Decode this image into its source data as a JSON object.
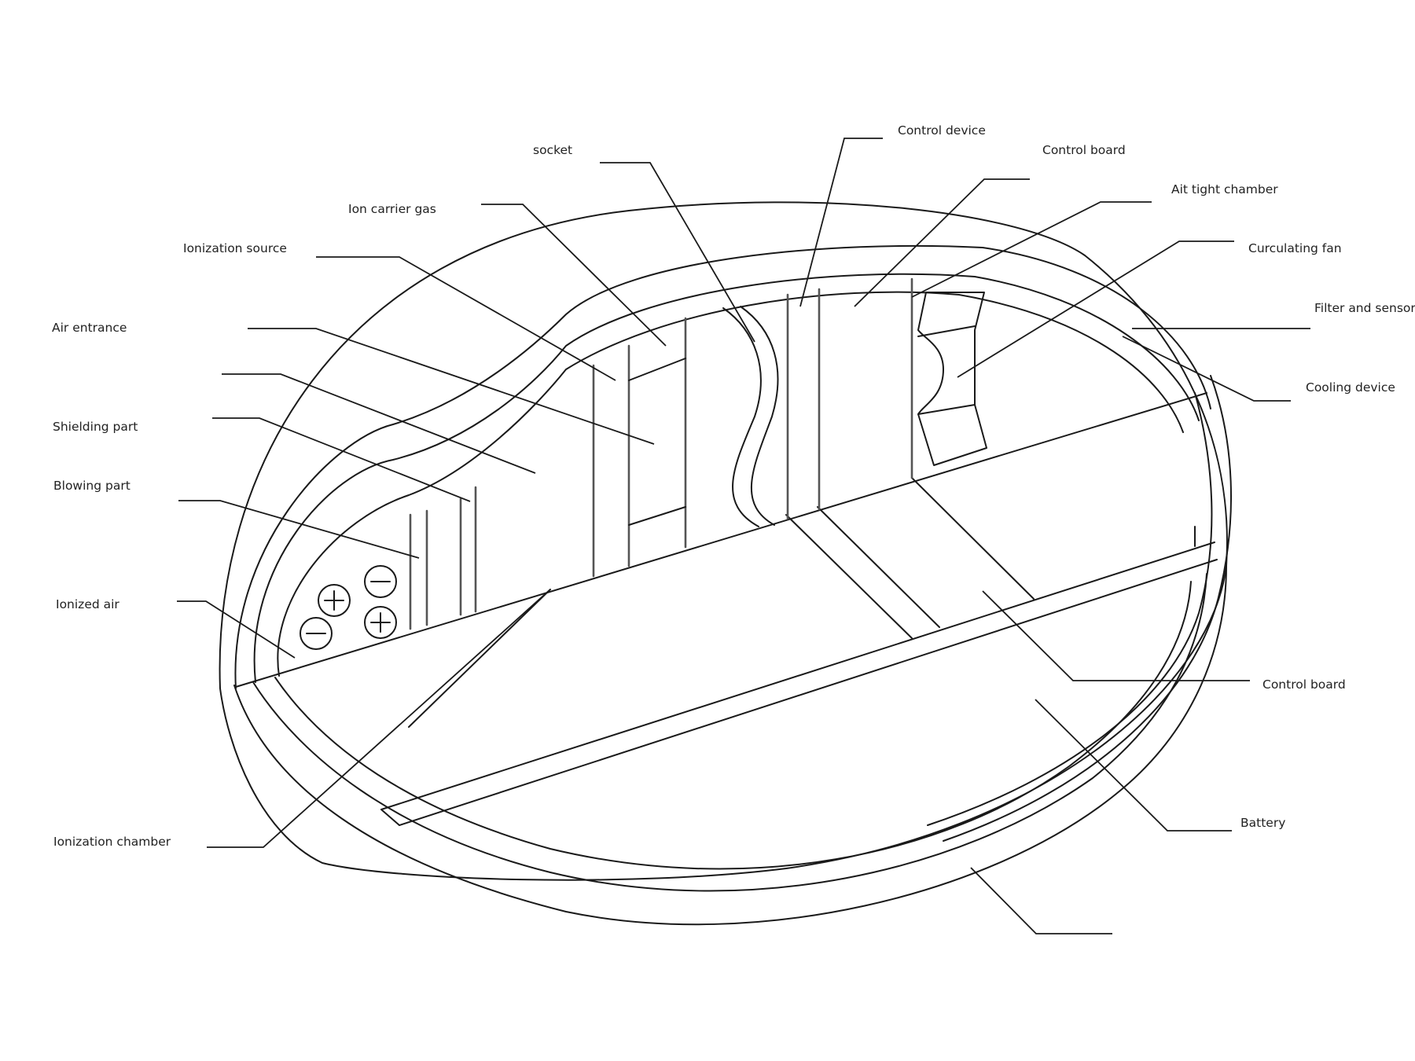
{
  "labels": {
    "control_device": "Control device",
    "socket": "socket",
    "control_board_top": "Control board",
    "ait_tight_chamber": "Ait tight chamber",
    "ion_carrier_gas": "Ion carrier gas",
    "ionization_source": "Ionization source",
    "curculating_fan": "Curculating fan",
    "filter_and_sensors": "Filter  and sensors",
    "air_entrance": "Air  entrance",
    "cooling_device": "Cooling device",
    "shielding_part": "Shielding part",
    "blowing_part": "Blowing part",
    "ionized_air": "Ionized air",
    "control_board_bottom": "Control board",
    "battery": "Battery",
    "ionization_chamber": "Ionization chamber"
  },
  "colors": {
    "line": "#1a1a1a",
    "text": "#222222",
    "background": "#ffffff"
  }
}
